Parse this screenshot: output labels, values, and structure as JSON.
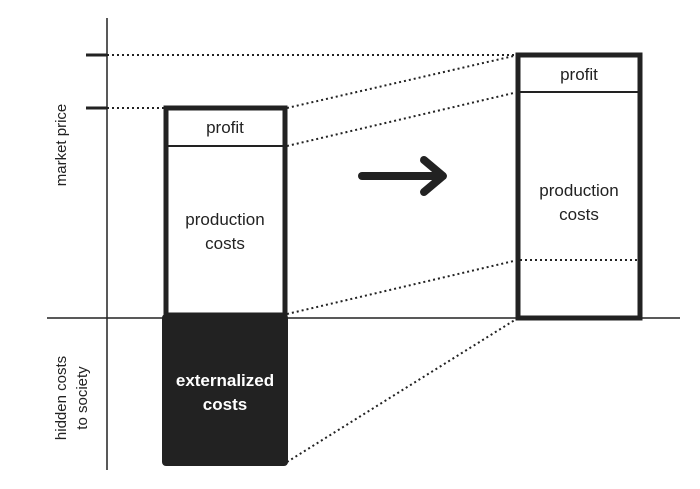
{
  "axis": {
    "upper_label": "market price",
    "lower_label_line1": "hidden costs",
    "lower_label_line2": "to society"
  },
  "left_bar": {
    "profit": "profit",
    "production_line1": "production",
    "production_line2": "costs",
    "externalized_line1": "externalized",
    "externalized_line2": "costs"
  },
  "right_bar": {
    "profit": "profit",
    "production_line1": "production",
    "production_line2": "costs"
  },
  "arrow_icon": "right-arrow-icon",
  "colors": {
    "ink": "#222222",
    "externalized_fill": "#222222",
    "background": "#ffffff"
  }
}
